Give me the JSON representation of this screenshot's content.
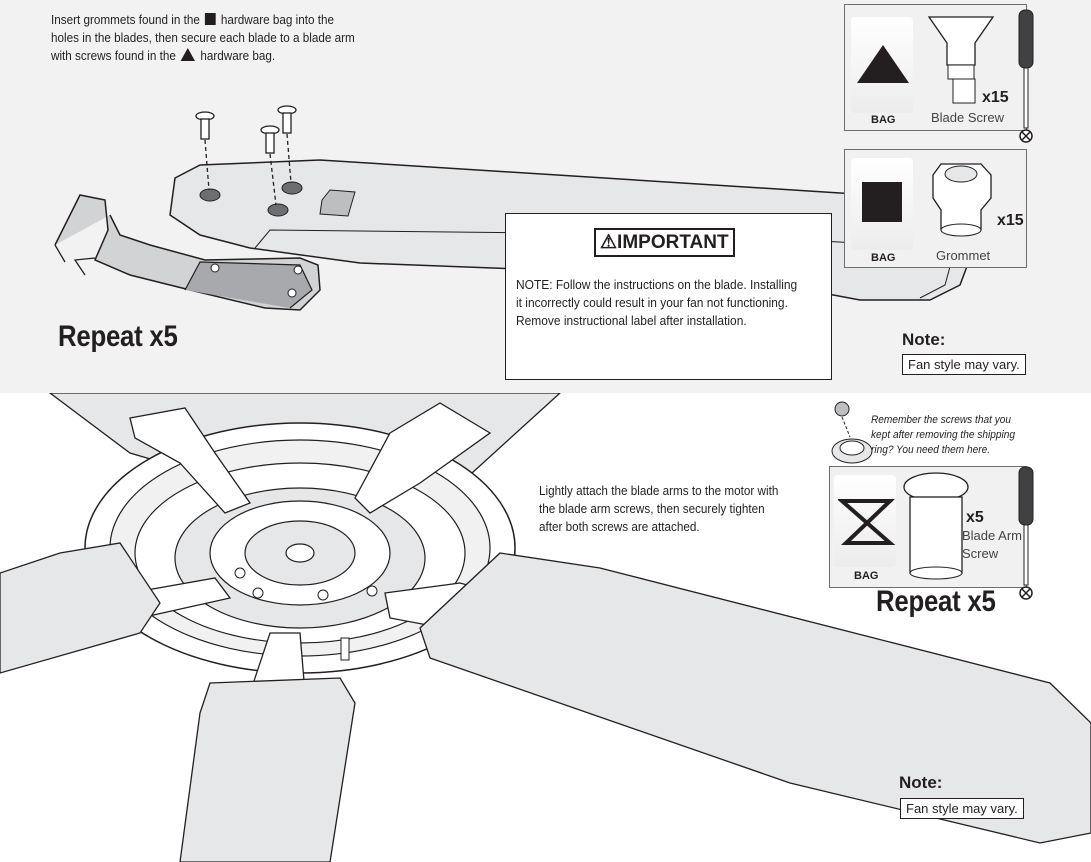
{
  "step_top": {
    "instruction": {
      "line1_a": "Insert grommets found in the",
      "line1_b": "hardware bag into the",
      "line2": "holes in the blades, then secure each blade to a blade arm",
      "line3_a": "with screws found in the",
      "line3_b": "hardware bag."
    },
    "repeat_label": "Repeat x5",
    "important": {
      "title": "IMPORTANT",
      "text_lines": [
        "NOTE: Follow the instructions on the blade. Installing",
        "it incorrectly could result in your fan not functioning.",
        "Remove instructional label after installation."
      ]
    },
    "note": {
      "title": "Note:",
      "text": "Fan style may vary."
    },
    "hardware": [
      {
        "bag_label": "BAG",
        "bag_symbol": "triangle-icon",
        "quantity": "x15",
        "name": "Blade Screw"
      },
      {
        "bag_label": "BAG",
        "bag_symbol": "square-icon",
        "quantity": "x15",
        "name": "Grommet"
      }
    ]
  },
  "step_bottom": {
    "instruction_lines": [
      "Lightly attach the blade arms to the motor with",
      "the blade arm screws, then securely tighten",
      "after both screws are attached."
    ],
    "reminder_lines": [
      "Remember the screws that you",
      "kept after removing the shipping",
      "ring? You need them here."
    ],
    "hardware": {
      "bag_label": "BAG",
      "bag_symbol": "hourglass-icon",
      "quantity": "x5",
      "name_line1": "Blade Arm",
      "name_line2": "Screw"
    },
    "repeat_label": "Repeat x5",
    "note": {
      "title": "Note:",
      "text": "Fan style may vary."
    }
  },
  "colors": {
    "top_background": "#f2f2f2",
    "ink": "#231f20",
    "blade_fill": "#e6e7e8",
    "box_fill": "#f1f1f2"
  }
}
